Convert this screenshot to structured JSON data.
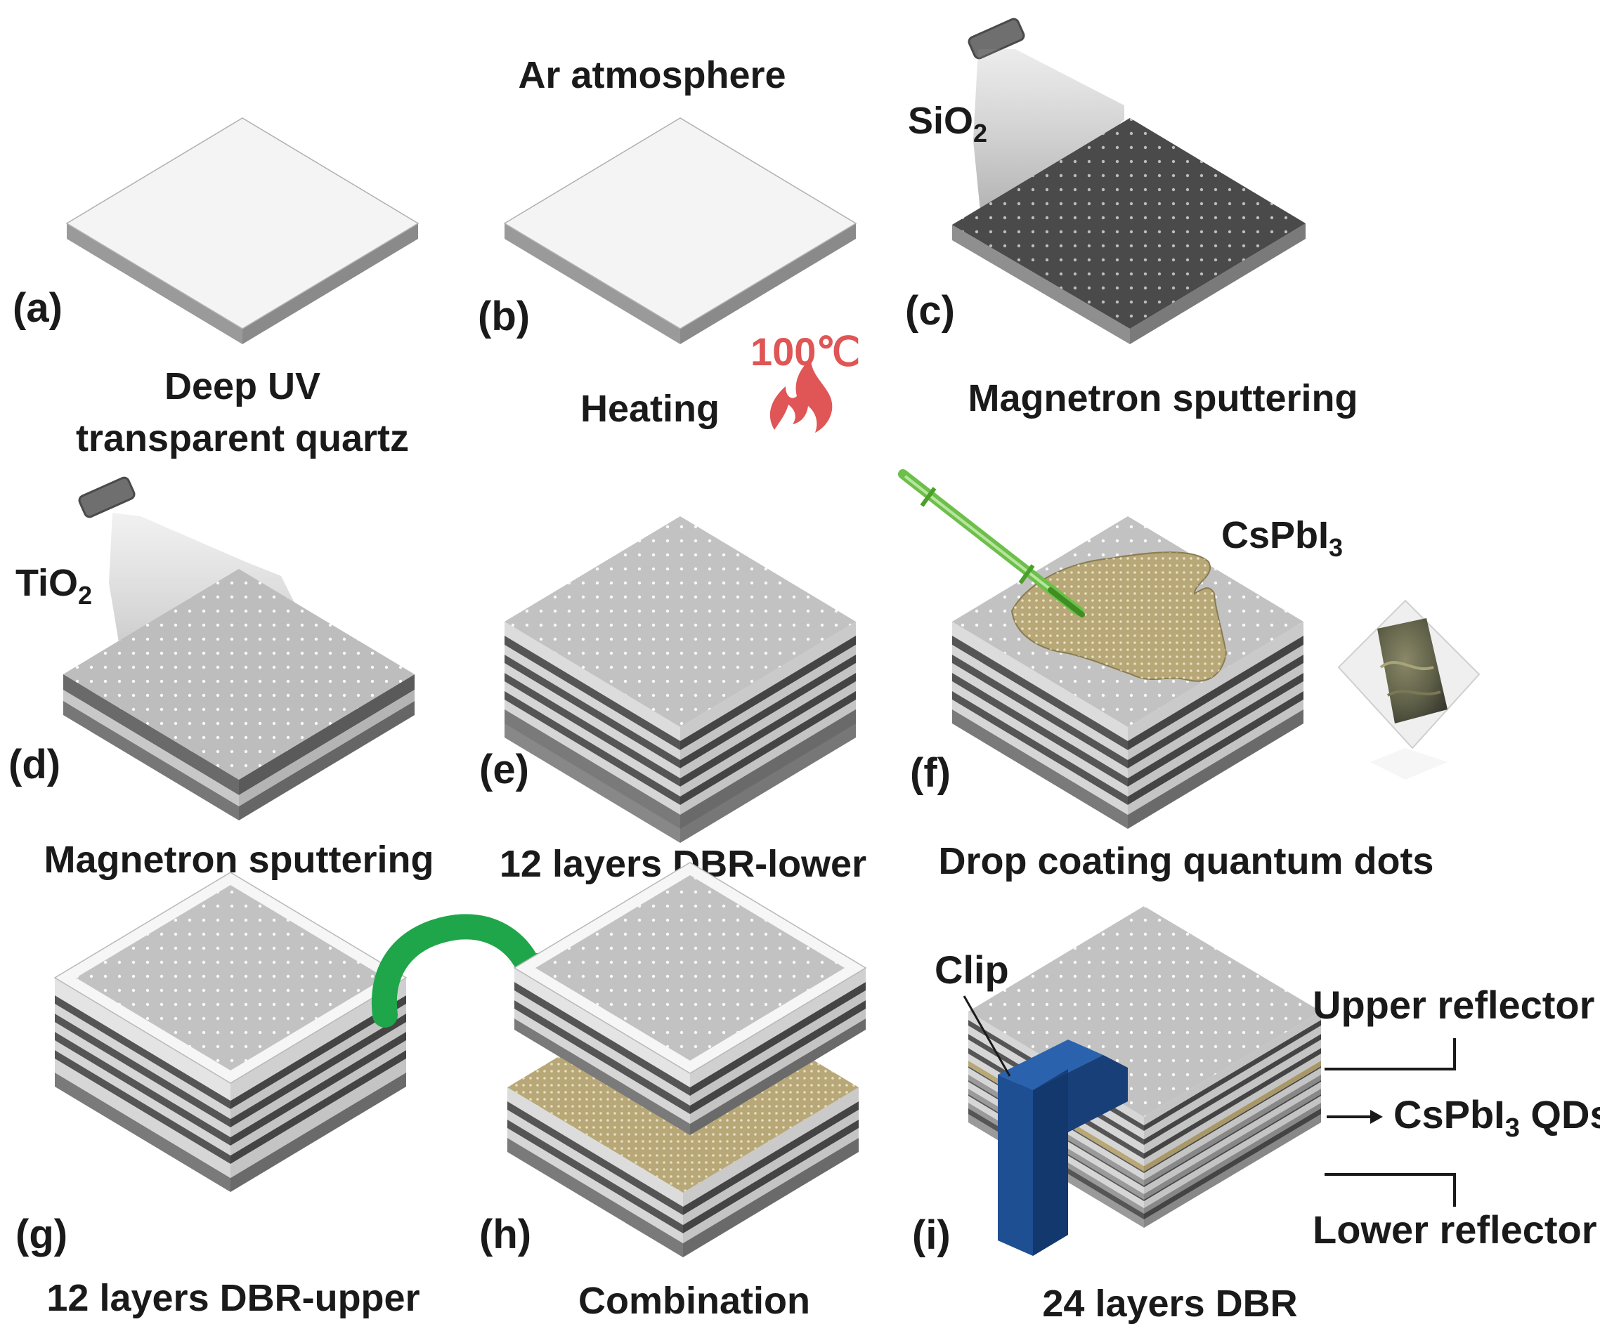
{
  "panels": {
    "a": {
      "label": "(a)",
      "caption_line1": "Deep UV",
      "caption_line2": "transparent quartz"
    },
    "b": {
      "label": "(b)",
      "top_text": "Ar atmosphere",
      "caption": "Heating",
      "temperature": "100℃"
    },
    "c": {
      "label": "(c)",
      "source_main": "SiO",
      "source_sub": "2",
      "caption": "Magnetron sputtering"
    },
    "d": {
      "label": "(d)",
      "source_main": "TiO",
      "source_sub": "2",
      "caption": "Magnetron sputtering"
    },
    "e": {
      "label": "(e)",
      "caption": "12 layers DBR-lower"
    },
    "f": {
      "label": "(f)",
      "material_main": "CsPbI",
      "material_sub": "3",
      "caption": "Drop coating quantum dots"
    },
    "g": {
      "label": "(g)",
      "caption": "12 layers DBR-upper"
    },
    "h": {
      "label": "(h)",
      "caption": "Combination"
    },
    "i": {
      "label": "(i)",
      "clip": "Clip",
      "upper": "Upper reflector",
      "qd_main": "CsPbI",
      "qd_sub": "3",
      "qd_suffix": " QDs",
      "lower": "Lower reflector",
      "caption": "24 layers DBR"
    }
  },
  "colors": {
    "quartz_top": "#f4f4f4",
    "quartz_side": "#a8a8a8",
    "sio2_top": "#4a4a4a",
    "tio2_top": "#bdbdbd",
    "qd_film": "#b8a878",
    "clip": "#1e4f93",
    "arrow": "#1fa64a",
    "pipette": "#6cc04a",
    "heat": "#e05555"
  }
}
